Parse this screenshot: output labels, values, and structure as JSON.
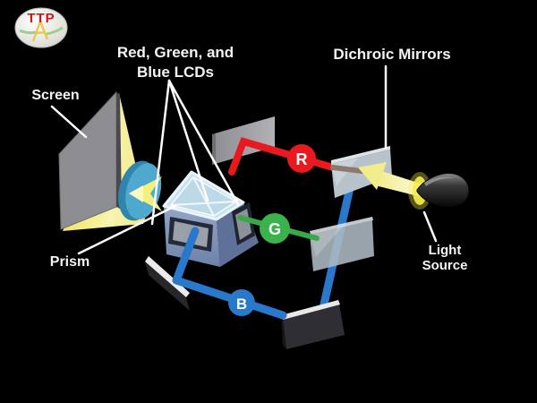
{
  "diagram_title": "3-LCD projector light path diagram",
  "logo": {
    "text": "TTP"
  },
  "labels": {
    "lcds_line1": "Red, Green, and",
    "lcds_line2": "Blue LCDs",
    "dichroic": "Dichroic Mirrors",
    "screen": "Screen",
    "prism": "Prism",
    "light_line1": "Light",
    "light_line2": "Source"
  },
  "channels": {
    "red": {
      "letter": "R",
      "color": "#e8191f"
    },
    "green": {
      "letter": "G",
      "color": "#3bb24c"
    },
    "blue": {
      "letter": "B",
      "color": "#2878cc"
    }
  },
  "colors": {
    "background": "#000000",
    "label_text": "#f4f4f4",
    "beam_yellow": "#f3ed8e",
    "screen_gray": "#8e8e92",
    "lens_blue": "#4fa8cd",
    "mirror_glass": "#b7c2cb",
    "fold_mirror_dark": "#2a2a2f",
    "prism_glass": "#c9e3f0",
    "prism_body": "#8094bc"
  }
}
